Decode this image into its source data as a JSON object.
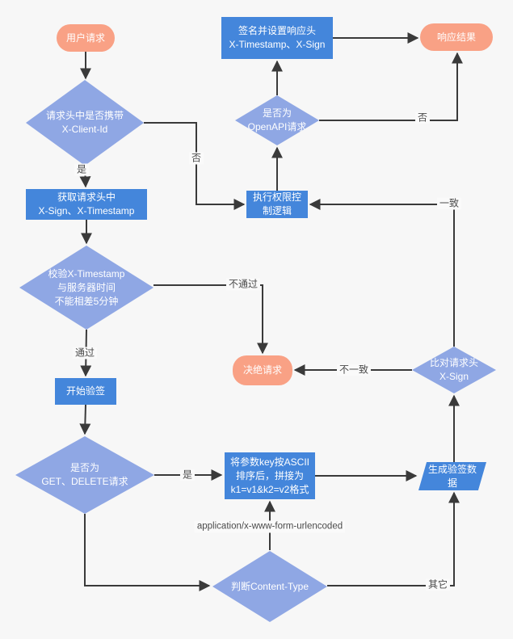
{
  "diagram": {
    "type": "flowchart",
    "language": "zh-CN",
    "background": "#F7F7F7",
    "colors": {
      "terminal_fill": "#F9A185",
      "process_fill": "#4486DB",
      "decision_fill": "#8FA7E4",
      "node_text": "#FFFFFF",
      "edge_line": "#3A3A3A",
      "edge_label_text": "#4A4A4A"
    }
  },
  "nodes": {
    "user_request": {
      "shape": "terminal",
      "l1": "用户请求"
    },
    "sign_response": {
      "shape": "process",
      "l1": "签名并设置响应头",
      "l2": "X-Timestamp、X-Sign"
    },
    "response_result": {
      "shape": "terminal",
      "l1": "响应结果"
    },
    "check_client_id": {
      "shape": "decision",
      "l1": "请求头中是否携带",
      "l2": "X-Client-Id"
    },
    "is_openapi": {
      "shape": "decision",
      "l1": "是否为",
      "l2": "OpenAPI请求"
    },
    "get_headers": {
      "shape": "process",
      "l1": "获取请求头中",
      "l2": "X-Sign、X-Timestamp"
    },
    "exec_permission": {
      "shape": "process",
      "l1": "执行权限控",
      "l2": "制逻辑"
    },
    "check_timestamp": {
      "shape": "decision",
      "l1": "校验X-Timestamp",
      "l2": "与服务器时间",
      "l3": "不能相差5分钟"
    },
    "start_verify": {
      "shape": "process",
      "l1": "开始验签"
    },
    "reject_request": {
      "shape": "terminal",
      "l1": "决绝请求"
    },
    "compare_sign": {
      "shape": "decision",
      "l1": "比对请求头",
      "l2": "X-Sign"
    },
    "is_get_delete": {
      "shape": "decision",
      "l1": "是否为",
      "l2": "GET、DELETE请求"
    },
    "sort_params": {
      "shape": "process",
      "l1": "将参数key按ASCII",
      "l2": "排序后，拼接为",
      "l3": "k1=v1&k2=v2格式"
    },
    "gen_sign_data": {
      "shape": "io",
      "l1": "生成验签数",
      "l2": "据"
    },
    "judge_content_type": {
      "shape": "decision",
      "l1": "判断Content-Type"
    }
  },
  "labels": {
    "yes_client_id": "是",
    "no_client_id": "否",
    "pass": "通过",
    "fail": "不通过",
    "yes_get_delete": "是",
    "form_urlencoded": "application/x-www-form-urlencoded",
    "other": "其它",
    "mismatch": "不一致",
    "match": "一致",
    "no_openapi": "否"
  },
  "edges": [
    {
      "from": "user_request",
      "to": "check_client_id",
      "label": ""
    },
    {
      "from": "check_client_id",
      "to": "get_headers",
      "label": "是"
    },
    {
      "from": "check_client_id",
      "to": "exec_permission",
      "label": "否"
    },
    {
      "from": "get_headers",
      "to": "check_timestamp",
      "label": ""
    },
    {
      "from": "check_timestamp",
      "to": "start_verify",
      "label": "通过"
    },
    {
      "from": "check_timestamp",
      "to": "reject_request",
      "label": "不通过"
    },
    {
      "from": "start_verify",
      "to": "is_get_delete",
      "label": ""
    },
    {
      "from": "is_get_delete",
      "to": "sort_params",
      "label": "是"
    },
    {
      "from": "is_get_delete",
      "to": "judge_content_type",
      "label": ""
    },
    {
      "from": "judge_content_type",
      "to": "sort_params",
      "label": "application/x-www-form-urlencoded"
    },
    {
      "from": "judge_content_type",
      "to": "gen_sign_data",
      "label": "其它"
    },
    {
      "from": "sort_params",
      "to": "gen_sign_data",
      "label": ""
    },
    {
      "from": "gen_sign_data",
      "to": "compare_sign",
      "label": ""
    },
    {
      "from": "compare_sign",
      "to": "reject_request",
      "label": "不一致"
    },
    {
      "from": "compare_sign",
      "to": "exec_permission",
      "label": "一致"
    },
    {
      "from": "exec_permission",
      "to": "is_openapi",
      "label": ""
    },
    {
      "from": "is_openapi",
      "to": "sign_response",
      "label": ""
    },
    {
      "from": "is_openapi",
      "to": "response_result",
      "label": "否"
    },
    {
      "from": "sign_response",
      "to": "response_result",
      "label": ""
    }
  ]
}
